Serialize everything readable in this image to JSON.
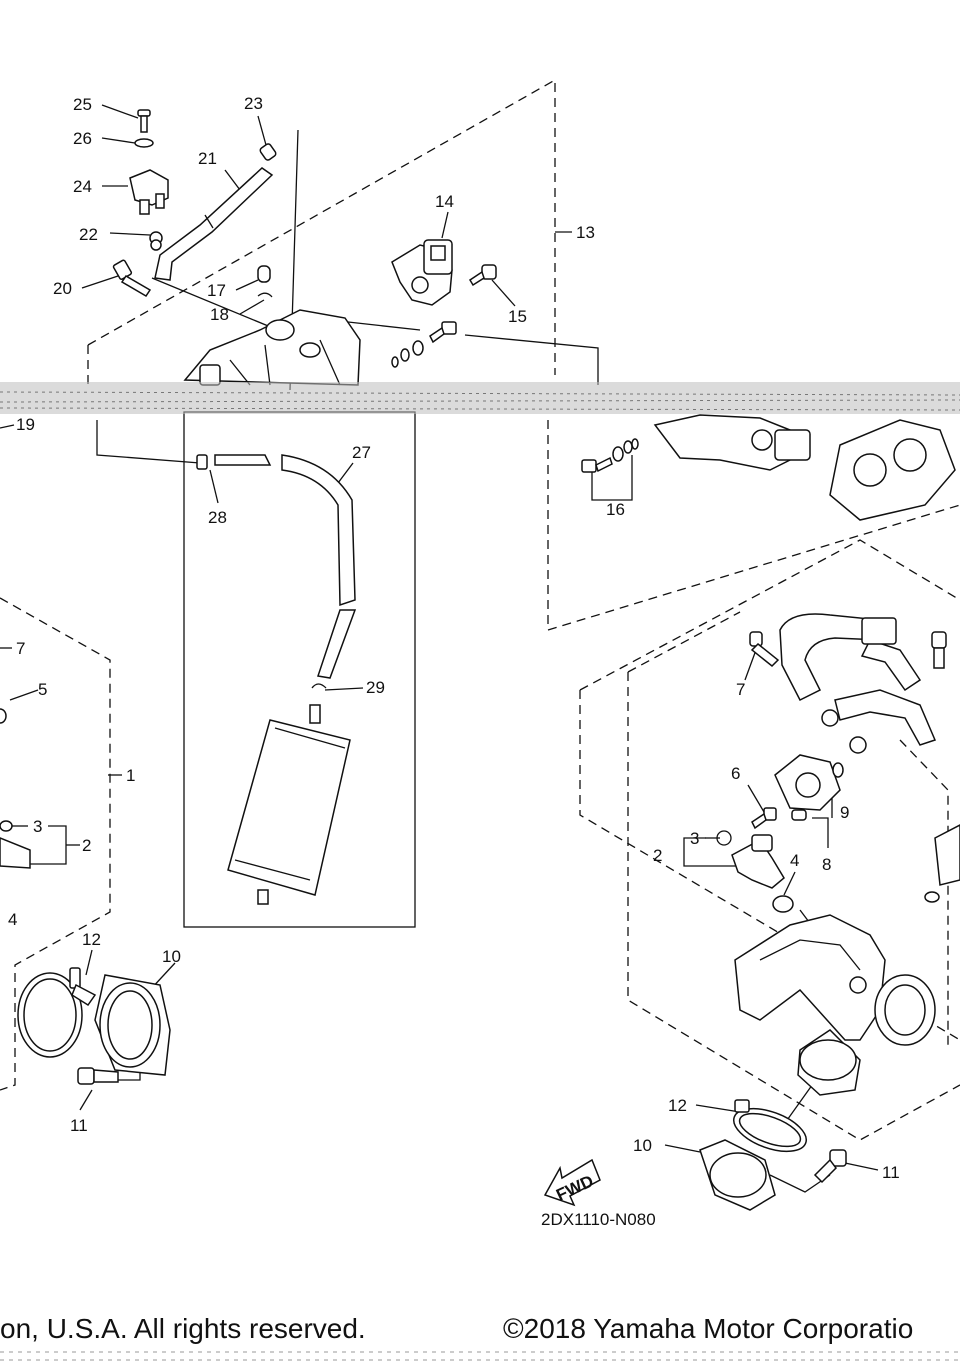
{
  "labels": [
    {
      "id": "25",
      "text": "25"
    },
    {
      "id": "26",
      "text": "26"
    },
    {
      "id": "24",
      "text": "24"
    },
    {
      "id": "22",
      "text": "22"
    },
    {
      "id": "20",
      "text": "20"
    },
    {
      "id": "23",
      "text": "23"
    },
    {
      "id": "21",
      "text": "21"
    },
    {
      "id": "17",
      "text": "17"
    },
    {
      "id": "18",
      "text": "18"
    },
    {
      "id": "14",
      "text": "14"
    },
    {
      "id": "15",
      "text": "15"
    },
    {
      "id": "13",
      "text": "13"
    },
    {
      "id": "19",
      "text": "19"
    },
    {
      "id": "27",
      "text": "27"
    },
    {
      "id": "28",
      "text": "28"
    },
    {
      "id": "16",
      "text": "16"
    },
    {
      "id": "29",
      "text": "29"
    },
    {
      "id": "7a",
      "text": "7"
    },
    {
      "id": "5",
      "text": "5"
    },
    {
      "id": "1",
      "text": "1"
    },
    {
      "id": "3a",
      "text": "3"
    },
    {
      "id": "2a",
      "text": "2"
    },
    {
      "id": "4a",
      "text": "4"
    },
    {
      "id": "12a",
      "text": "12"
    },
    {
      "id": "10a",
      "text": "10"
    },
    {
      "id": "11a",
      "text": "11"
    },
    {
      "id": "7b",
      "text": "7"
    },
    {
      "id": "6",
      "text": "6"
    },
    {
      "id": "9",
      "text": "9"
    },
    {
      "id": "8",
      "text": "8"
    },
    {
      "id": "3b",
      "text": "3"
    },
    {
      "id": "2b",
      "text": "2"
    },
    {
      "id": "4b",
      "text": "4"
    },
    {
      "id": "12b",
      "text": "12"
    },
    {
      "id": "10b",
      "text": "10"
    },
    {
      "id": "11b",
      "text": "11"
    }
  ],
  "fwd_label": "FWD",
  "diagram_code": "2DX1110-N080",
  "footer": {
    "left": "on, U.S.A. All rights reserved.",
    "right": "©2018 Yamaha Motor Corporatio"
  }
}
